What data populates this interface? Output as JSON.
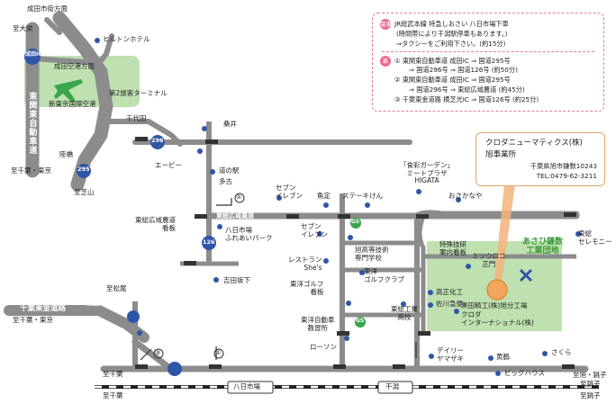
{
  "info": {
    "train_badge": "電車",
    "train_line1": "JR総武本線 特急しおさい 八日市場下車",
    "train_line2": "(時間帯により干潟駅停車もあります。)",
    "train_line3": "⇒タクシーをご利用下さい。(約15分)",
    "car_badge": "車",
    "route1_line1": "① 東関東自動車道 成田IC ⇒ 国道295号",
    "route1_line2": "⇒ 国道296号 ⇒ 国道126号 (約50分)",
    "route2_line1": "② 東関東自動車道 成田IC ⇒ 国道295号",
    "route2_line2": "⇒ 国道296号 ⇒ 東総広域農道 (約45分)",
    "route3_line1": "③ 千葉東金道路 横芝光IC ⇒ 国道126号 (約25分)"
  },
  "office": {
    "company": "クロダニューマティクス(株)",
    "office_name": "旭事業所",
    "address": "千葉県旭市鎌数10243",
    "tel": "TEL:0479-62-3211"
  },
  "labels": {
    "narita_city": "成田市街方面",
    "to_omiya": "至大栄",
    "narita_ic": "成田IC",
    "narita_airport_dir": "成田空港方面",
    "hilton": "ヒルトンホテル",
    "airport": "新東京国際空港",
    "terminal2": "第2旅客ターミナル",
    "higashikanto": "東関東自動車道",
    "chiyoda": "千代田",
    "rikubashi": "陸橋",
    "r296": "296",
    "r295": "295",
    "eeby": "エービー",
    "to_chiba_tokyo": "至千葉・東京",
    "to_shibayama": "至芝山",
    "sakai": "桑井",
    "michinoeki": "道の駅",
    "tago": "多古",
    "circle2": "②",
    "seven1": "セブン\nイレブン",
    "uogen": "魚定",
    "steakken": "ステーキけん",
    "shokudo_garden": "「食彩ガーデン」\nミートプラザ\nHIGATA",
    "okasaya": "おさかなや",
    "asahi_line": "東総広域農道",
    "ag_road_sign": "東総広域農道\n看板",
    "fureai": "八日市場\nふれあいパーク",
    "seven2": "セブン\nイレブン",
    "gs": "GS",
    "r126": "126",
    "yoshida": "吉田坂下",
    "restaurant": "レストラン\nShe's",
    "asahi_school": "旭高等技術\n専門学校",
    "tokushu": "特殊技研\n案内看板",
    "miturouco": "ミツウロコ\n正門",
    "industrial": "あさひ鎌数\n工業団地",
    "toyo_golf": "東洋ゴルフ\n看板",
    "togolf_club": "東洋\nゴルフクラブ",
    "takaoka": "高正化工",
    "sakawa": "佐川急便",
    "kuroda_gen": "黒田精工(株)旭分工場",
    "kuroda_intl": "クロダ\nインターナショナル(株)",
    "toyo_jidosha": "東洋自動車\n教習所",
    "tosou_koko": "東総工業\n高校",
    "lawson": "ローソン",
    "dairy": "デイリー\nヤマザキ",
    "kirin": "黄鶴",
    "bighouse": "ビッグハウス",
    "sakura": "さくら",
    "to_asahi_choshi": "至旭・銚子",
    "to_matsuo": "至松尾",
    "chiba_togane": "千葉東金道路",
    "yokoshiba_ic": "横芝光IC",
    "to_chiba_tokyo2": "至千葉・東京",
    "circle3": "③",
    "circle1": "①",
    "to_chiba1": "至千葉",
    "to_chiba2": "至千葉",
    "youkaichiba": "八日市場",
    "higata": "干潟",
    "to_choshi1": "至銚子",
    "to_choshi2": "至銚子",
    "higashicho": "東総\nセレモニー"
  }
}
